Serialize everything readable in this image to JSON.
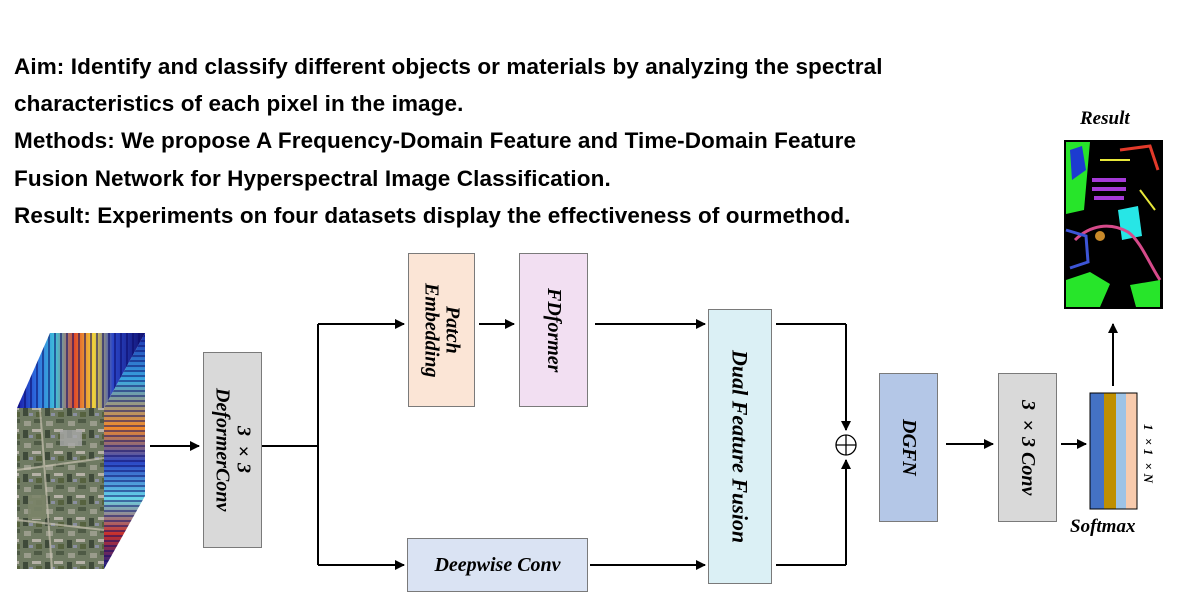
{
  "description": {
    "line1": "Aim: Identify and classify different objects or materials by analyzing the spectral",
    "line2": "characteristics of each pixel in the image.",
    "line3": "Methods: We propose A  Frequency-Domain Feature and Time-Domain Feature",
    "line4": "Fusion Network for Hyperspectral Image Classification.",
    "line5": "Result: Experiments on four datasets display the effectiveness of ourmethod."
  },
  "blocks": {
    "deformer_conv": "3 ×3\nDeformerConv",
    "patch_embedding": "Patch\nEmbedding",
    "fdformer": "FDformer",
    "deepwise_conv": "Deepwise Conv",
    "dual_feature_fusion": "Dual Feature Fusion",
    "dgfn": "DGFN",
    "conv3x3": "3 ×3 Conv",
    "output_dim": "1 ×1 ×N",
    "softmax": "Softmax",
    "result": "Result"
  },
  "colors": {
    "deformer_conv": "#d9d9d9",
    "patch_embedding": "#fbe5d6",
    "fdformer": "#f2dff2",
    "deepwise_conv": "#dae3f3",
    "dual_feature_fusion": "#dbf0f5",
    "dgfn": "#b4c7e7",
    "conv3x3": "#d9d9d9",
    "softmax_bars": [
      "#4472c4",
      "#bf8f00",
      "#9dc3e6",
      "#f8cbad"
    ]
  }
}
